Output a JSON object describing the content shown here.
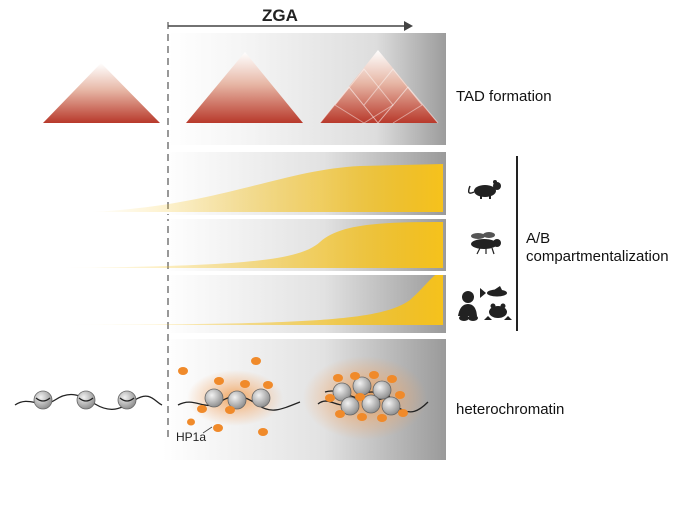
{
  "header": {
    "title": "ZGA"
  },
  "rows": {
    "tad": {
      "label": "TAD formation"
    },
    "compartments": {
      "label_line1": "A/B",
      "label_line2": "compartmentalization",
      "organisms": [
        "mouse-icon",
        "fly-icon",
        "human-icon",
        "fish-icon",
        "frog-icon"
      ]
    },
    "heterochromatin": {
      "label": "heterochromatin",
      "marker_label": "HP1a"
    }
  },
  "colors": {
    "tad_red": "#b8392b",
    "compartment_yellow": "#f6c21c",
    "hp1a_orange": "#f08a2a",
    "panel_gray": "#9a9a9a"
  }
}
